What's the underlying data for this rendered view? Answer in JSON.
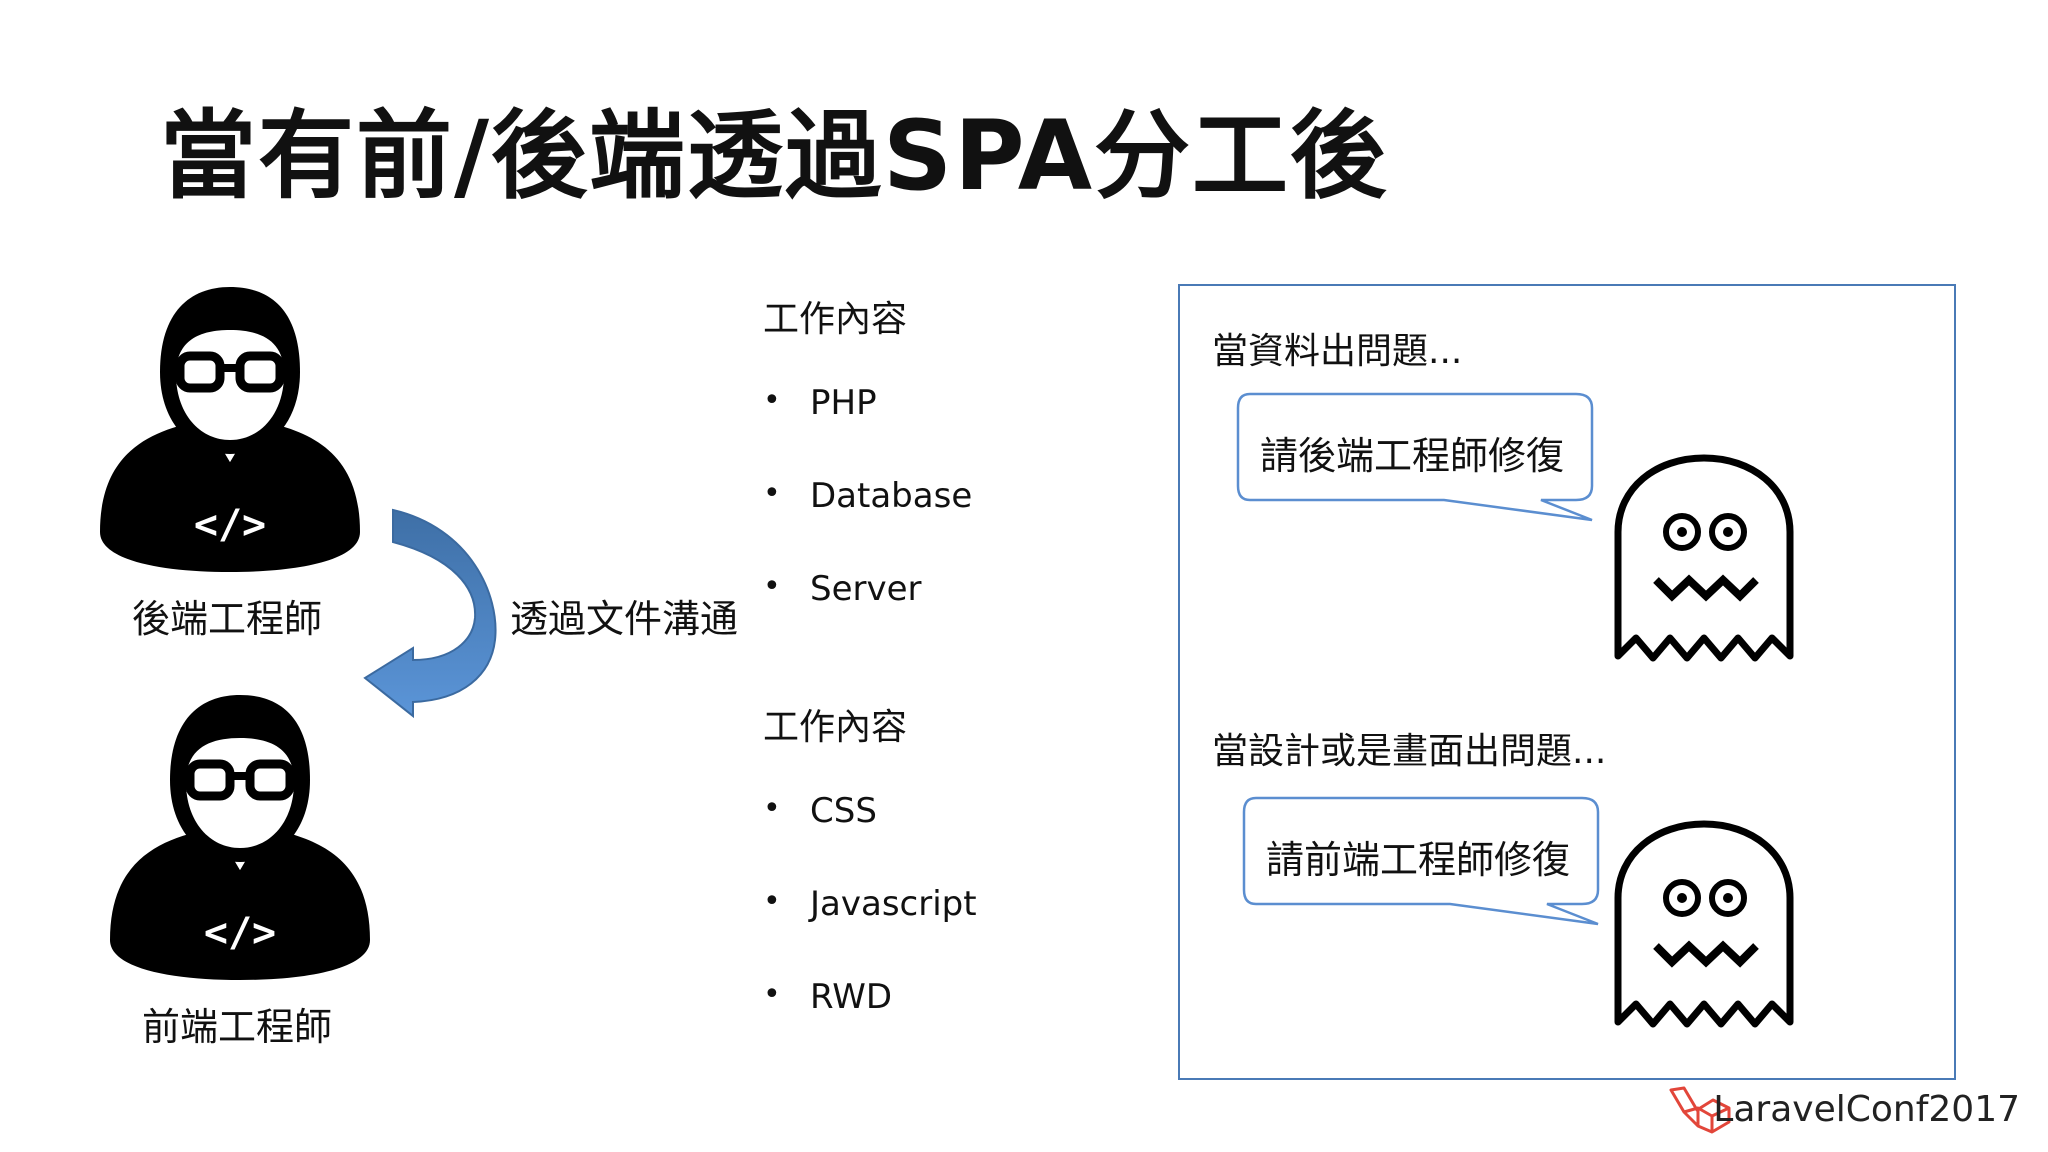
{
  "slide": {
    "title": "當有前/後端透過SPA分工後",
    "backend": {
      "label": "後端工程師",
      "badge": "</>"
    },
    "frontend": {
      "label": "前端工程師",
      "badge": "</>"
    },
    "communication": "透過文件溝通",
    "backend_work": {
      "heading": "工作內容",
      "items": [
        "PHP",
        "Database",
        "Server"
      ]
    },
    "frontend_work": {
      "heading": "工作內容",
      "items": [
        "CSS",
        "Javascript",
        "RWD"
      ]
    },
    "panel": {
      "data_problem": "當資料出問題...",
      "data_bubble": "請後端工程師修復",
      "design_problem": "當設計或是畫面出問題...",
      "design_bubble": "請前端工程師修復"
    },
    "footer": {
      "brand": "LaravelConf2017",
      "logo_icon": "laravel-logo-icon"
    },
    "colors": {
      "arrow": "#4f86c6",
      "panel_border": "#4a7ab6",
      "logo": "#e2463a"
    }
  }
}
